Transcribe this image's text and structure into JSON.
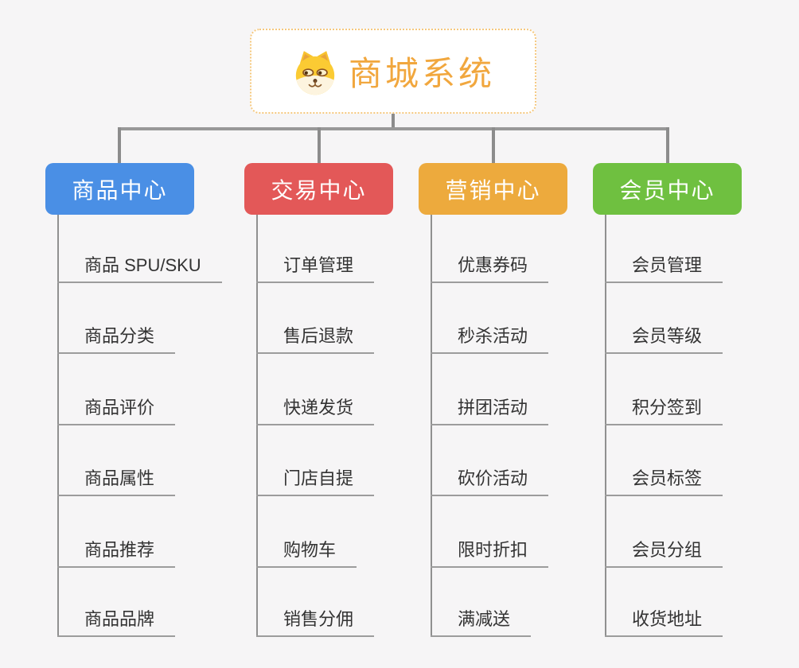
{
  "root": {
    "title": "商城系统",
    "icon": "dog-face",
    "text_color": "#f1a73e",
    "border_color": "#f5c87e",
    "background": "#ffffff"
  },
  "style": {
    "canvas_background": "#f6f5f6",
    "connector_color": "#8c8c8c",
    "leaf_line_color": "#9c9c9c",
    "leaf_text_color": "#333333"
  },
  "branches": [
    {
      "label": "商品中心",
      "color": "#4a8fe5",
      "children": [
        "商品 SPU/SKU",
        "商品分类",
        "商品评价",
        "商品属性",
        "商品推荐",
        "商品品牌"
      ]
    },
    {
      "label": "交易中心",
      "color": "#e35858",
      "children": [
        "订单管理",
        "售后退款",
        "快递发货",
        "门店自提",
        "购物车",
        "销售分佣"
      ]
    },
    {
      "label": "营销中心",
      "color": "#edaa3d",
      "children": [
        "优惠券码",
        "秒杀活动",
        "拼团活动",
        "砍价活动",
        "限时折扣",
        "满减送"
      ]
    },
    {
      "label": "会员中心",
      "color": "#6fc040",
      "children": [
        "会员管理",
        "会员等级",
        "积分签到",
        "会员标签",
        "会员分组",
        "收货地址"
      ]
    }
  ]
}
